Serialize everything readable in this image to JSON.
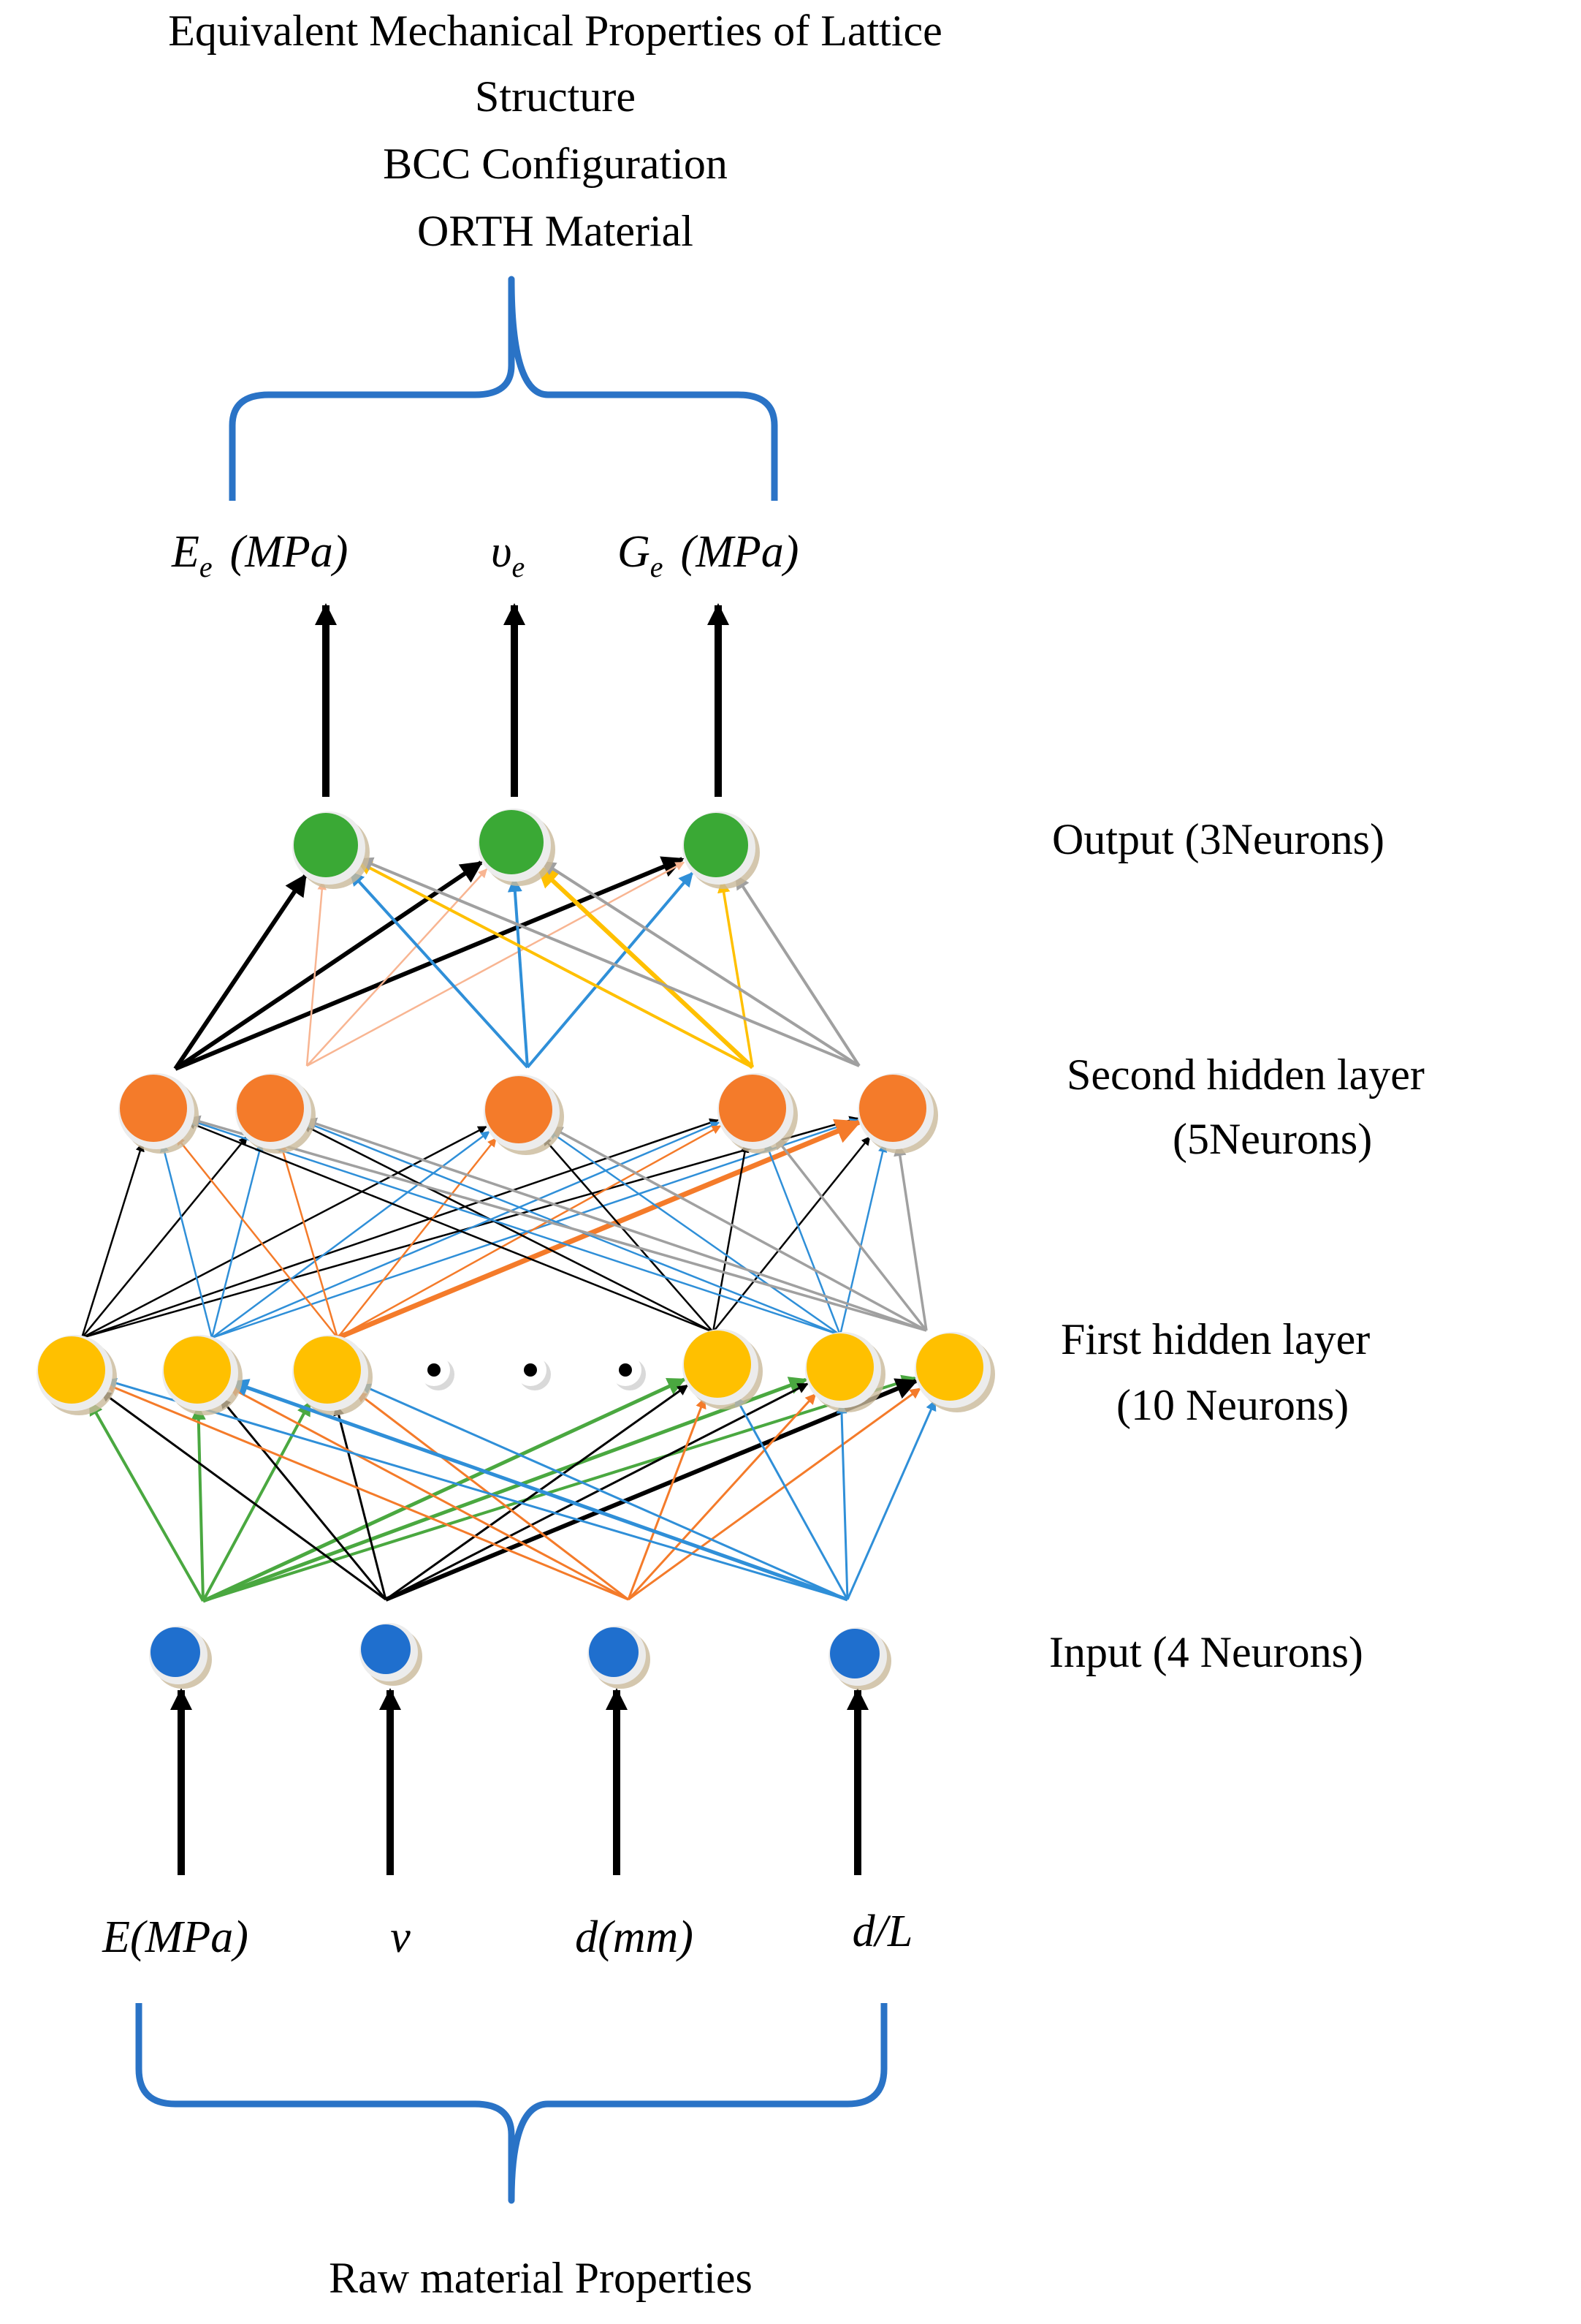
{
  "title": {
    "lines": [
      "Equivalent Mechanical Properties of Lattice",
      "Structure",
      "BCC Configuration",
      "ORTH Material"
    ]
  },
  "layers": {
    "output": "Output (3Neurons)",
    "second_hidden_1": "Second hidden layer",
    "second_hidden_2": "(5Neurons)",
    "first_hidden_1": "First hidden layer",
    "first_hidden_2": "(10 Neurons)",
    "input": "Input (4 Neurons)"
  },
  "outputs": [
    {
      "main": "E",
      "sub": "e",
      "unit": "(MPa)"
    },
    {
      "main": "υ",
      "sub": "e",
      "unit": ""
    },
    {
      "main": "G",
      "sub": "e",
      "unit": "(MPa)"
    }
  ],
  "inputs": [
    "E(MPa)",
    "ν",
    "d(mm)",
    "d/L"
  ],
  "footer": "Raw material Properties",
  "colors": {
    "input_neuron": "#1f6fce",
    "first_hidden_neuron": "#ffc000",
    "second_hidden_neuron": "#f47b2a",
    "output_neuron": "#3aa935",
    "brace": "#2a73c6",
    "edge_green": "#4aa840",
    "edge_black": "#000000",
    "edge_orange": "#f47b2a",
    "edge_blue": "#2f8fd8",
    "edge_gray": "#a0a0a0",
    "edge_peach": "#f8b592",
    "edge_yellow": "#ffc000",
    "edge_light_yellow": "#ffd966"
  }
}
